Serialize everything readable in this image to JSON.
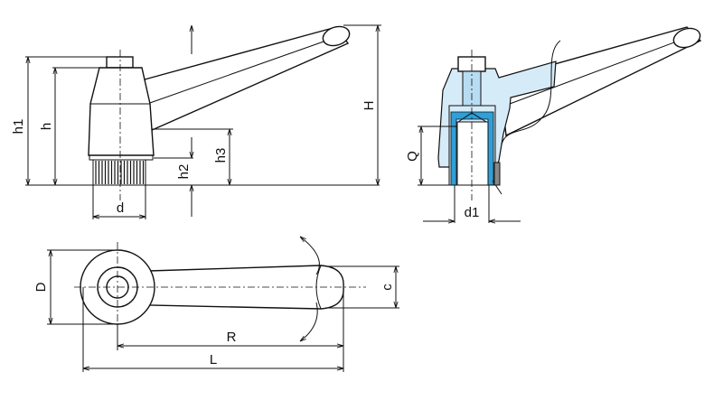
{
  "labels": {
    "h1": "h1",
    "h": "h",
    "d": "d",
    "h2": "h2",
    "h3": "h3",
    "H": "H",
    "Q": "Q",
    "d1": "d1",
    "D": "D",
    "c": "c",
    "R": "R",
    "L": "L"
  },
  "colors": {
    "section_light": "#d6ebf8",
    "section_dark": "#2f9fd8",
    "line": "#111111"
  }
}
